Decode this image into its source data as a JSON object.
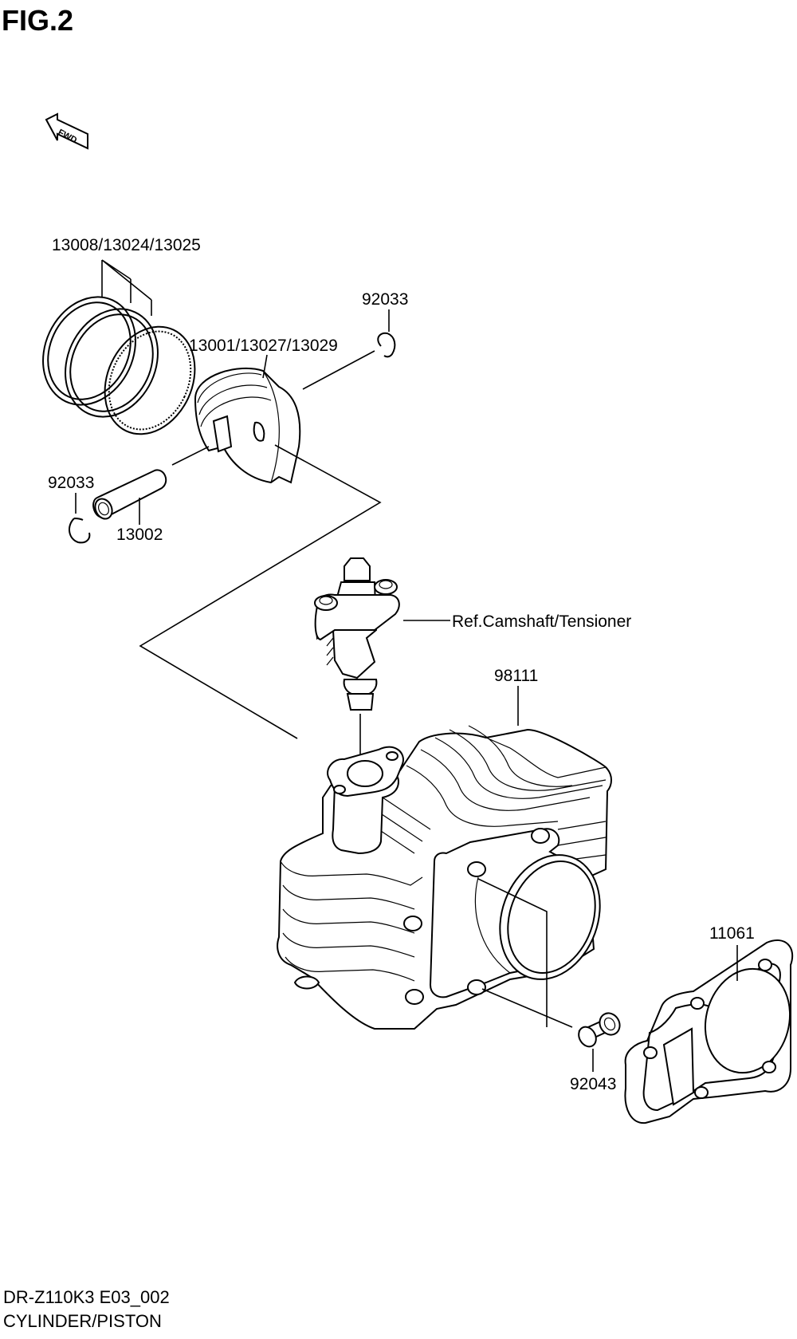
{
  "figure": {
    "title": "FIG.2"
  },
  "direction": {
    "label": "FWD"
  },
  "callouts": {
    "piston_rings": "13008/13024/13025",
    "circlip_top": "92033",
    "piston": "13001/13027/13029",
    "circlip_left": "92033",
    "piston_pin": "13002",
    "tensioner_ref": "Ref.Camshaft/Tensioner",
    "cylinder": "98111",
    "gasket": "11061",
    "dowel_pin": "92043"
  },
  "footer": {
    "model_code": "DR-Z110K3 E03_002",
    "section_name": "CYLINDER/PISTON"
  }
}
